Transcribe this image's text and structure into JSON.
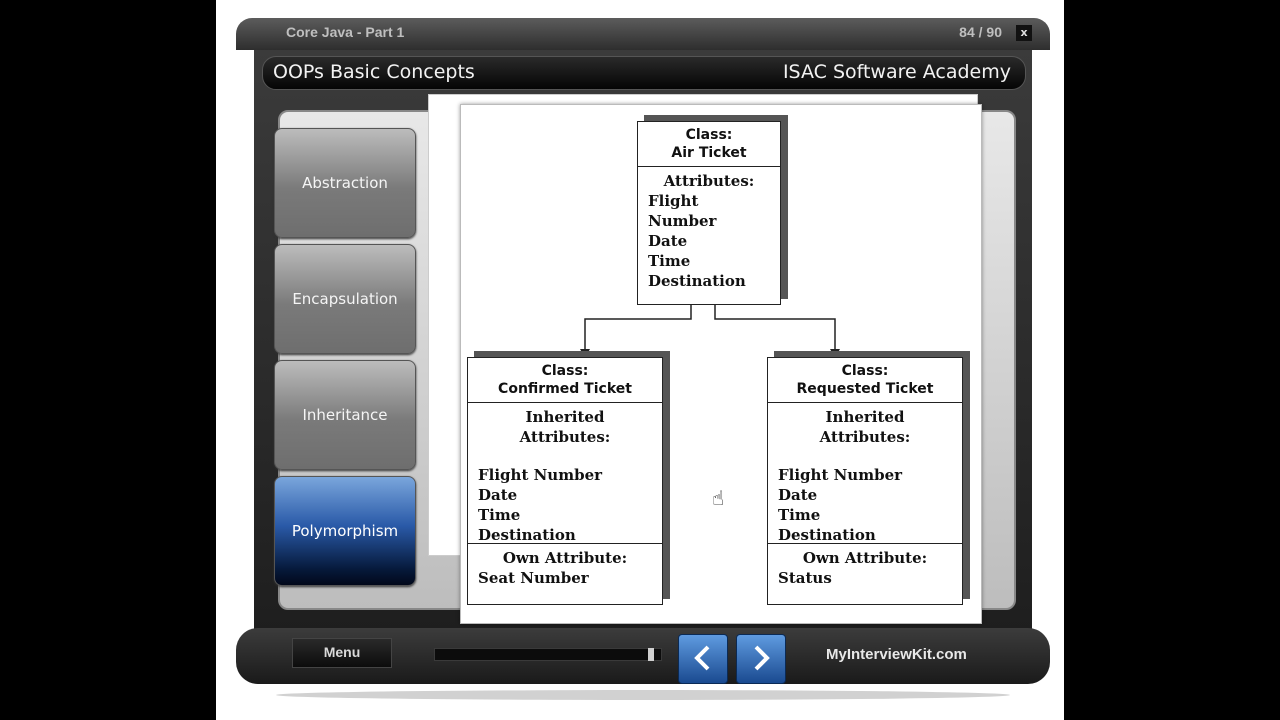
{
  "window": {
    "title": "Core Java - Part 1",
    "page_counter": "84 / 90",
    "close_label": "x"
  },
  "header": {
    "left_title": "OOPs Basic Concepts",
    "right_title": "ISAC Software Academy"
  },
  "nav": {
    "items": [
      {
        "label": "Abstraction",
        "active": false
      },
      {
        "label": "Encapsulation",
        "active": false
      },
      {
        "label": "Inheritance",
        "active": false
      },
      {
        "label": "Polymorphism",
        "active": true
      }
    ]
  },
  "diagram": {
    "parent": {
      "header_line1": "Class:",
      "header_line2": "Air Ticket",
      "attributes_title": "Attributes:",
      "attributes": [
        "Flight Number",
        "Date",
        "Time",
        "Destination"
      ]
    },
    "left_child": {
      "header_line1": "Class:",
      "header_line2": "Confirmed Ticket",
      "inherited_title": "Inherited Attributes:",
      "inherited": [
        "Flight Number",
        "Date",
        "Time",
        "Destination"
      ],
      "own_title": "Own Attribute:",
      "own": "Seat Number"
    },
    "right_child": {
      "header_line1": "Class:",
      "header_line2": "Requested Ticket",
      "inherited_title": "Inherited Attributes:",
      "inherited": [
        "Flight Number",
        "Date",
        "Time",
        "Destination"
      ],
      "own_title": "Own Attribute:",
      "own": "Status"
    }
  },
  "controls": {
    "menu_label": "Menu",
    "prev_icon": "chevron-left-icon",
    "next_icon": "chevron-right-icon",
    "progress_fraction": 0.97,
    "site_label": "MyInterviewKit.com"
  },
  "colors": {
    "active_nav": "#2a5aa8",
    "nav_arrow": "#3a78c8"
  }
}
